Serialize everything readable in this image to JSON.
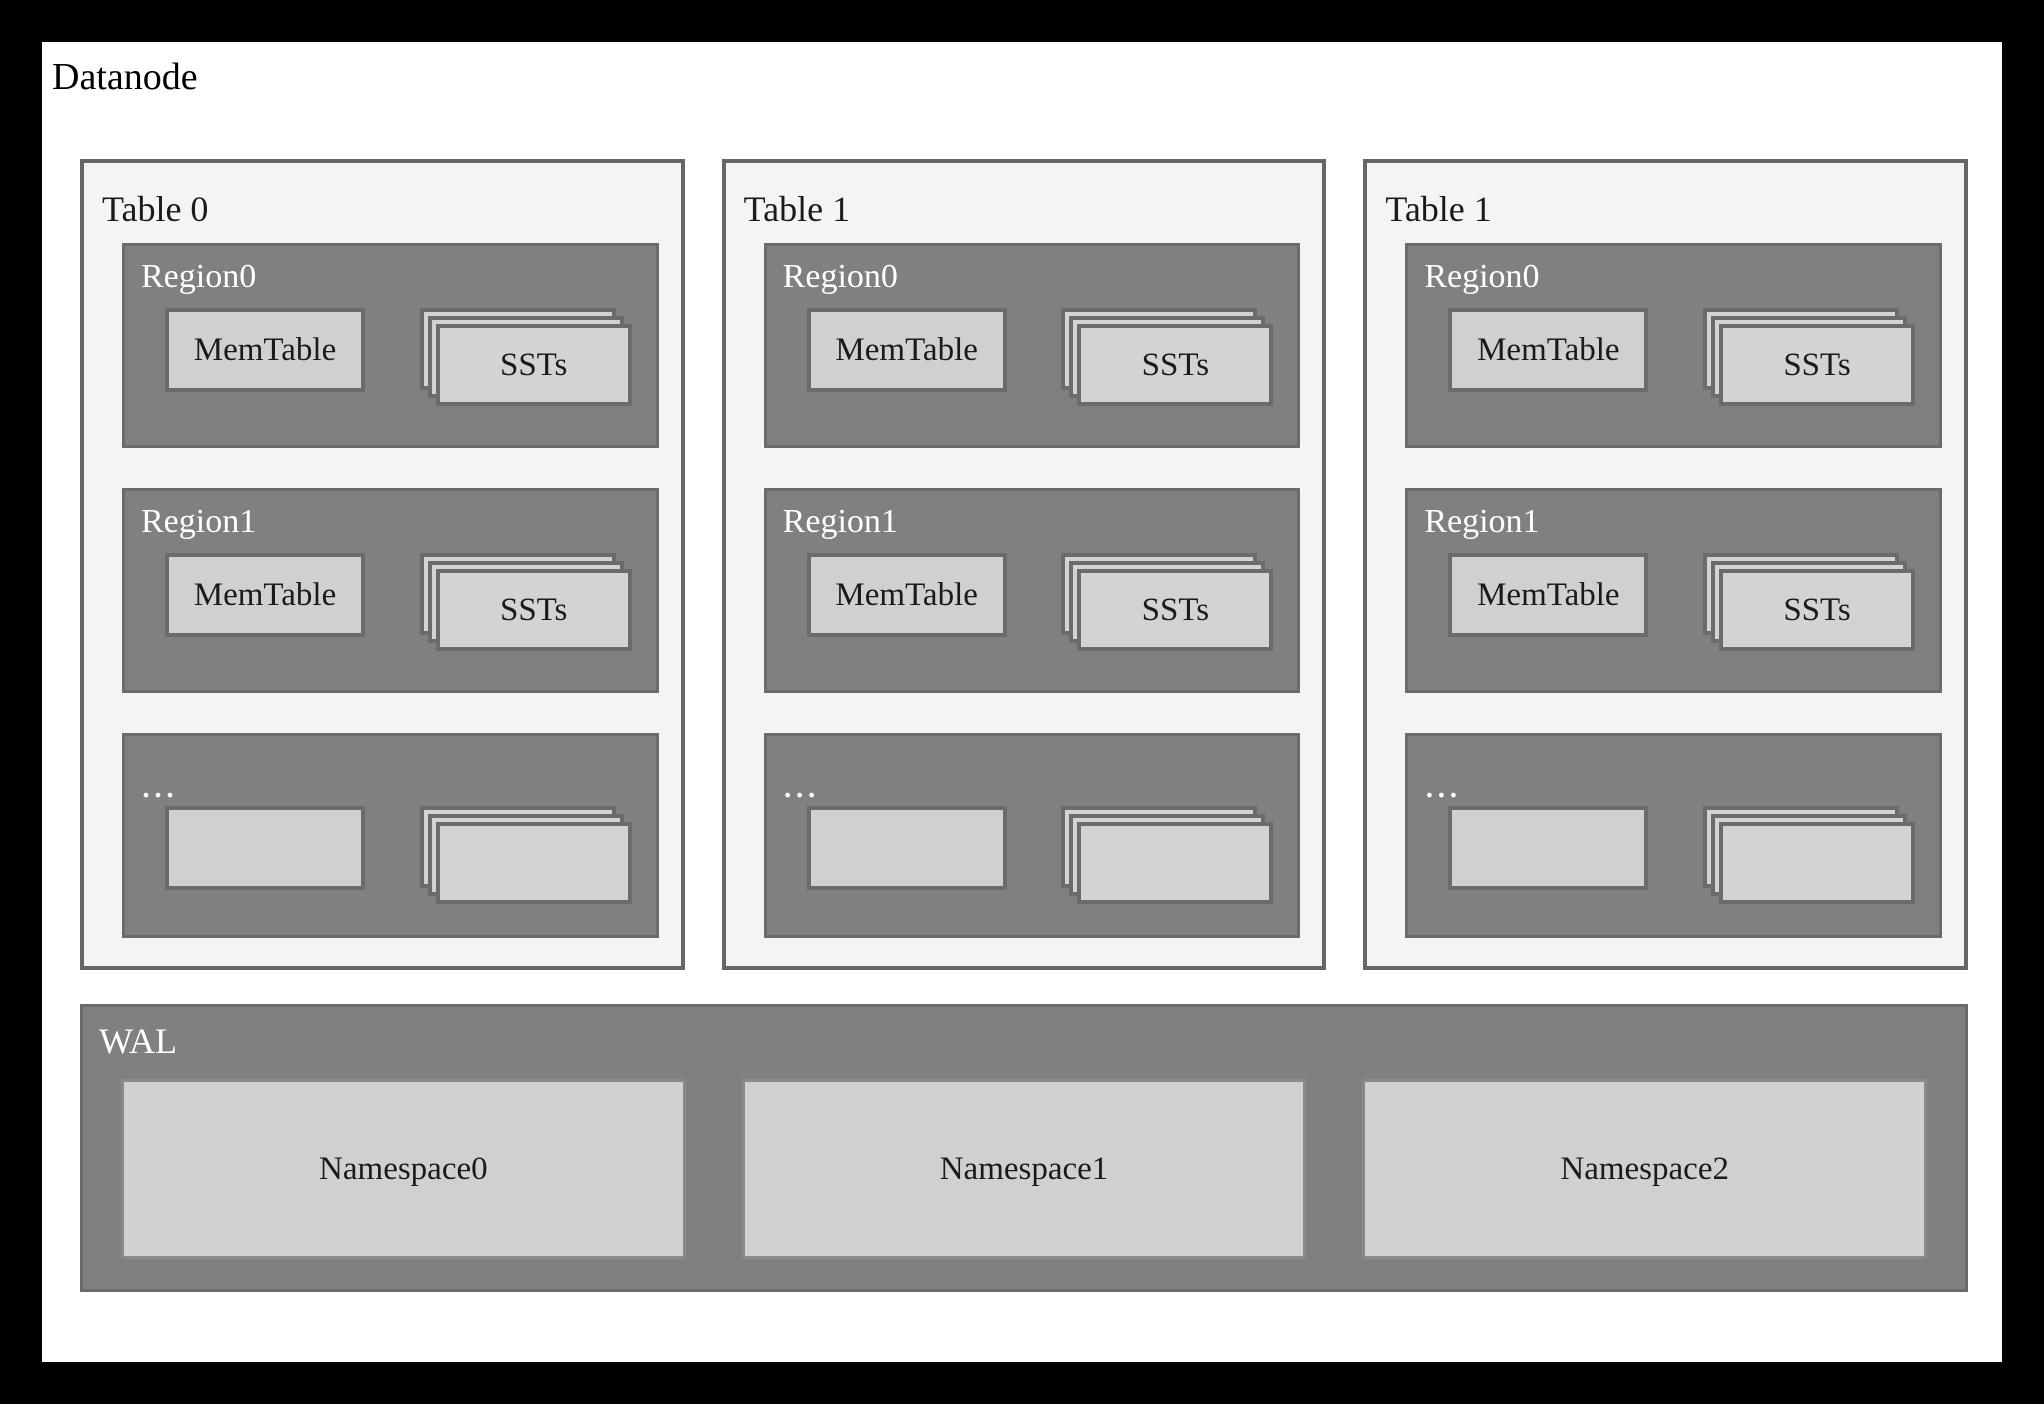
{
  "diagram": {
    "title": "Datanode",
    "colors": {
      "canvas": "#ffffff",
      "outer_border": "#000000",
      "table_panel_bg": "#f4f4f4",
      "table_panel_border": "#666666",
      "region_bg": "#808080",
      "region_border": "#6b6b6b",
      "box_bg": "#d0d0d0",
      "box_border": "#6b6b6b",
      "region_label": "#ffffff",
      "body_text": "#1a1a1a"
    },
    "tables": [
      {
        "title": "Table 0",
        "regions": [
          {
            "label": "Region0",
            "is_ellipsis": false,
            "memtable": "MemTable",
            "ssts": "SSTs"
          },
          {
            "label": "Region1",
            "is_ellipsis": false,
            "memtable": "MemTable",
            "ssts": "SSTs"
          },
          {
            "label": "...",
            "is_ellipsis": true,
            "memtable": "",
            "ssts": ""
          }
        ]
      },
      {
        "title": "Table 1",
        "regions": [
          {
            "label": "Region0",
            "is_ellipsis": false,
            "memtable": "MemTable",
            "ssts": "SSTs"
          },
          {
            "label": "Region1",
            "is_ellipsis": false,
            "memtable": "MemTable",
            "ssts": "SSTs"
          },
          {
            "label": "...",
            "is_ellipsis": true,
            "memtable": "",
            "ssts": ""
          }
        ]
      },
      {
        "title": "Table 1",
        "regions": [
          {
            "label": "Region0",
            "is_ellipsis": false,
            "memtable": "MemTable",
            "ssts": "SSTs"
          },
          {
            "label": "Region1",
            "is_ellipsis": false,
            "memtable": "MemTable",
            "ssts": "SSTs"
          },
          {
            "label": "...",
            "is_ellipsis": true,
            "memtable": "",
            "ssts": ""
          }
        ]
      }
    ],
    "wal": {
      "title": "WAL",
      "namespaces": [
        "Namespace0",
        "Namespace1",
        "Namespace2"
      ]
    }
  }
}
